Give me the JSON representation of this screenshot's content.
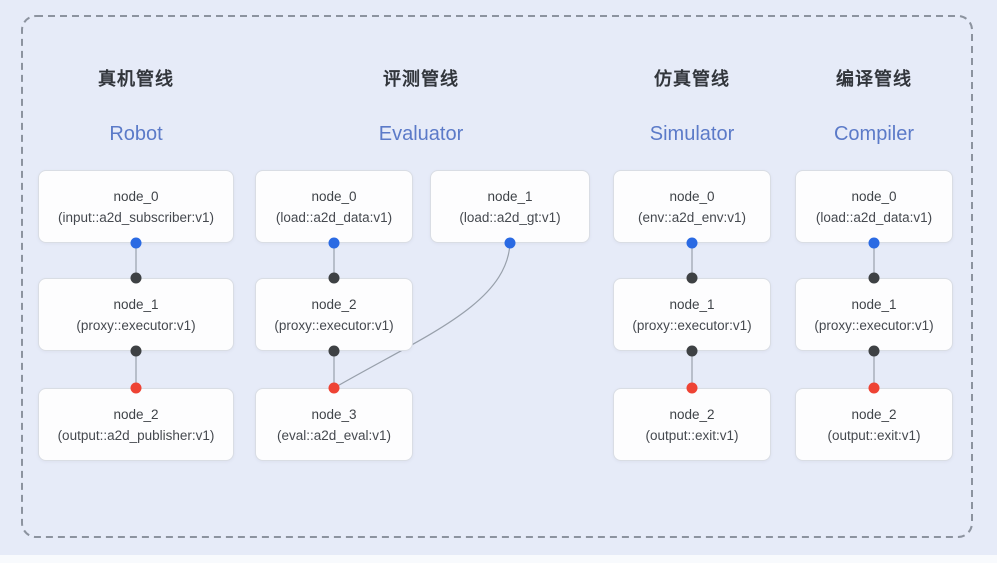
{
  "headers": [
    {
      "zh": "真机管线",
      "en": "Robot"
    },
    {
      "zh": "评测管线",
      "en": "Evaluator"
    },
    {
      "zh": "仿真管线",
      "en": "Simulator"
    },
    {
      "zh": "编译管线",
      "en": "Compiler"
    }
  ],
  "pipelines": [
    {
      "group": "robot",
      "nodes": [
        {
          "title": "node_0",
          "subtitle": "(input::a2d_subscriber:v1)"
        },
        {
          "title": "node_1",
          "subtitle": "(proxy::executor:v1)"
        },
        {
          "title": "node_2",
          "subtitle": "(output::a2d_publisher:v1)"
        }
      ]
    },
    {
      "group": "evaluator",
      "nodes": [
        {
          "title": "node_0",
          "subtitle": "(load::a2d_data:v1)"
        },
        {
          "title": "node_1",
          "subtitle": "(load::a2d_gt:v1)"
        },
        {
          "title": "node_2",
          "subtitle": "(proxy::executor:v1)"
        },
        {
          "title": "node_3",
          "subtitle": "(eval::a2d_eval:v1)"
        }
      ]
    },
    {
      "group": "simulator",
      "nodes": [
        {
          "title": "node_0",
          "subtitle": "(env::a2d_env:v1)"
        },
        {
          "title": "node_1",
          "subtitle": "(proxy::executor:v1)"
        },
        {
          "title": "node_2",
          "subtitle": "(output::exit:v1)"
        }
      ]
    },
    {
      "group": "compiler",
      "nodes": [
        {
          "title": "node_0",
          "subtitle": "(load::a2d_data:v1)"
        },
        {
          "title": "node_1",
          "subtitle": "(proxy::executor:v1)"
        },
        {
          "title": "node_2",
          "subtitle": "(output::exit:v1)"
        }
      ]
    }
  ],
  "edges": [
    {
      "pipeline": "robot",
      "from": "node_0",
      "to": "node_1"
    },
    {
      "pipeline": "robot",
      "from": "node_1",
      "to": "node_2"
    },
    {
      "pipeline": "evaluator",
      "from": "node_0",
      "to": "node_2"
    },
    {
      "pipeline": "evaluator",
      "from": "node_1",
      "to": "node_3"
    },
    {
      "pipeline": "evaluator",
      "from": "node_2",
      "to": "node_3"
    },
    {
      "pipeline": "simulator",
      "from": "node_0",
      "to": "node_1"
    },
    {
      "pipeline": "simulator",
      "from": "node_1",
      "to": "node_2"
    },
    {
      "pipeline": "compiler",
      "from": "node_0",
      "to": "node_1"
    },
    {
      "pipeline": "compiler",
      "from": "node_1",
      "to": "node_2"
    }
  ],
  "colors": {
    "background": "#e6ebf8",
    "dashed_border": "#8c939f",
    "node_fill": "#fdfdfe",
    "node_border": "#d9dde4",
    "header_zh": "#32363c",
    "header_en": "#5b7ac8",
    "edge_line": "#98a0ab",
    "dot_output_port": "#2a6ae3",
    "dot_input_port": "#3e4144",
    "dot_sink_port": "#ee4334"
  }
}
